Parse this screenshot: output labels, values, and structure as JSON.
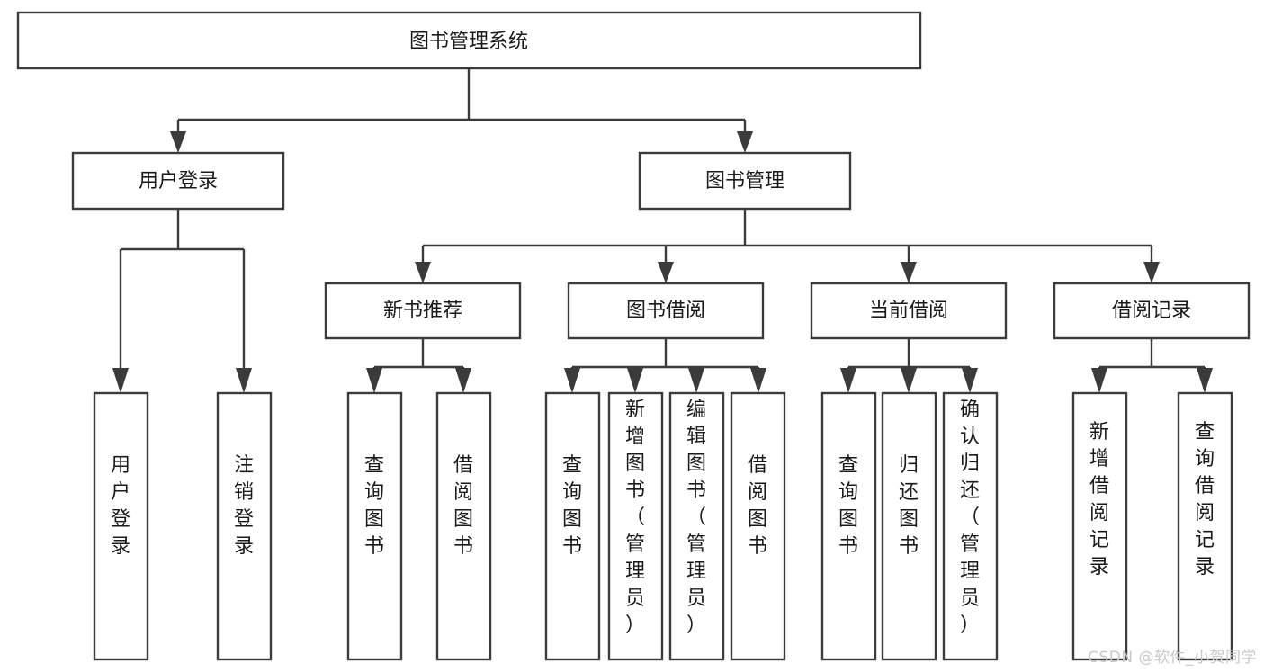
{
  "diagram": {
    "type": "tree-hierarchy-chart",
    "title": "图书管理系统",
    "watermark": "CSDN @软件_小贺同学",
    "colors": {
      "stroke": "#3b3b3b",
      "fill": "#ffffff",
      "text": "#1a1a1a",
      "watermark": "#c9c9c9"
    },
    "root": {
      "id": "root",
      "label": "图书管理系统"
    },
    "level2": [
      {
        "id": "user-login",
        "label": "用户登录"
      },
      {
        "id": "book-management",
        "label": "图书管理"
      }
    ],
    "level3": [
      {
        "id": "new-book-recommend",
        "label": "新书推荐",
        "parent": "book-management"
      },
      {
        "id": "book-borrow",
        "label": "图书借阅",
        "parent": "book-management"
      },
      {
        "id": "current-borrow",
        "label": "当前借阅",
        "parent": "book-management"
      },
      {
        "id": "borrow-record",
        "label": "借阅记录",
        "parent": "book-management"
      }
    ],
    "leaves": [
      {
        "id": "leaf-user-login",
        "label": "用户登录",
        "parent": "user-login"
      },
      {
        "id": "leaf-logout-login",
        "label": "注销登录",
        "parent": "user-login"
      },
      {
        "id": "leaf-query-book-1",
        "label": "查询图书",
        "parent": "new-book-recommend"
      },
      {
        "id": "leaf-borrow-book-1",
        "label": "借阅图书",
        "parent": "new-book-recommend"
      },
      {
        "id": "leaf-query-book-2",
        "label": "查询图书",
        "parent": "book-borrow"
      },
      {
        "id": "leaf-add-book",
        "label": "新增图书（管理员）",
        "parent": "book-borrow"
      },
      {
        "id": "leaf-edit-book",
        "label": "编辑图书（管理员）",
        "parent": "book-borrow"
      },
      {
        "id": "leaf-borrow-book-2",
        "label": "借阅图书",
        "parent": "book-borrow"
      },
      {
        "id": "leaf-query-book-3",
        "label": "查询图书",
        "parent": "current-borrow"
      },
      {
        "id": "leaf-return-book",
        "label": "归还图书",
        "parent": "current-borrow"
      },
      {
        "id": "leaf-confirm-return",
        "label": "确认归还（管理员）",
        "parent": "current-borrow"
      },
      {
        "id": "leaf-add-record",
        "label": "新增借阅记录",
        "parent": "borrow-record"
      },
      {
        "id": "leaf-query-record",
        "label": "查询借阅记录",
        "parent": "borrow-record"
      }
    ]
  }
}
